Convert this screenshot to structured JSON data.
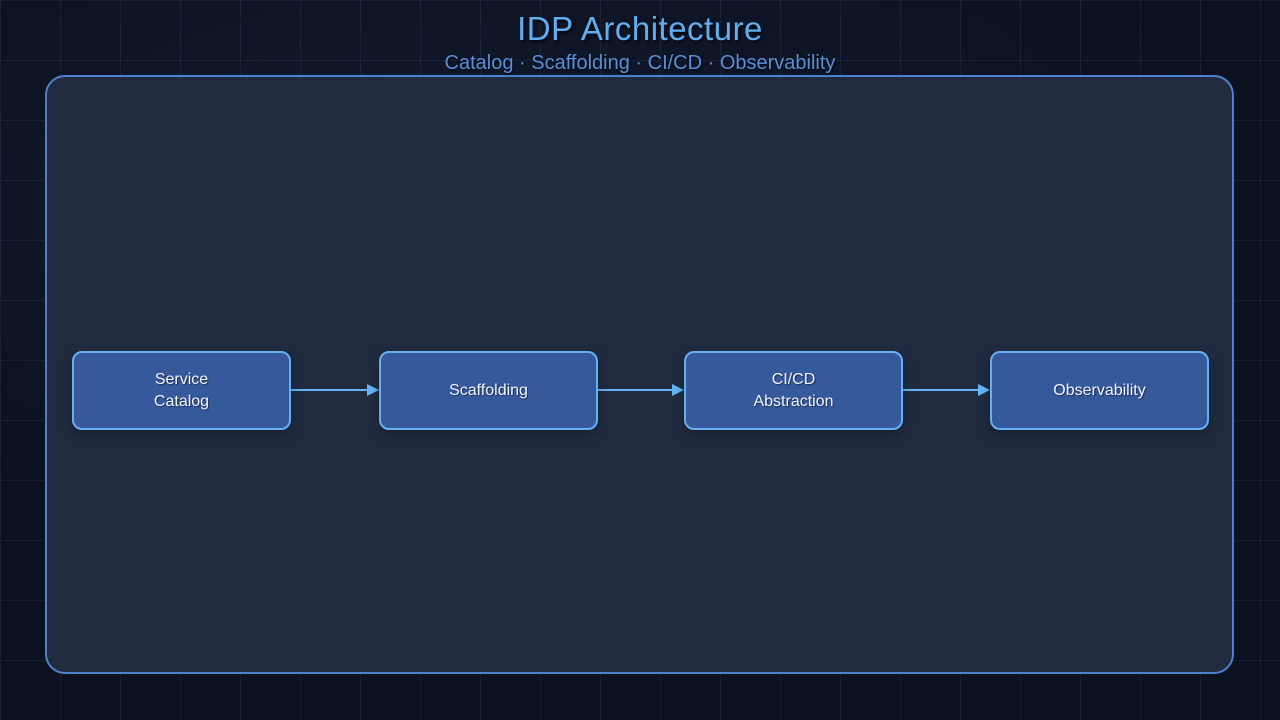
{
  "header": {
    "title": "IDP Architecture",
    "subtitle": "Catalog · Scaffolding · CI/CD · Observability"
  },
  "diagram": {
    "nodes": [
      {
        "id": "service-catalog",
        "label": "Service\nCatalog"
      },
      {
        "id": "scaffolding",
        "label": "Scaffolding"
      },
      {
        "id": "cicd-abstraction",
        "label": "CI/CD\nAbstraction"
      },
      {
        "id": "observability",
        "label": "Observability"
      }
    ],
    "edges": [
      {
        "from": "service-catalog",
        "to": "scaffolding"
      },
      {
        "from": "scaffolding",
        "to": "cicd-abstraction"
      },
      {
        "from": "cicd-abstraction",
        "to": "observability"
      }
    ]
  },
  "colors": {
    "background": "#0b1120",
    "grid_line": "#1d2639",
    "panel_fill": "#212b40",
    "panel_border": "#4d80cf",
    "node_fill": "#36599b",
    "node_border": "#66b0f2",
    "node_text": "#f2f6fb",
    "arrow": "#64b5f6",
    "title_text": "#61aeee",
    "subtitle_text": "#5b8ed8"
  }
}
